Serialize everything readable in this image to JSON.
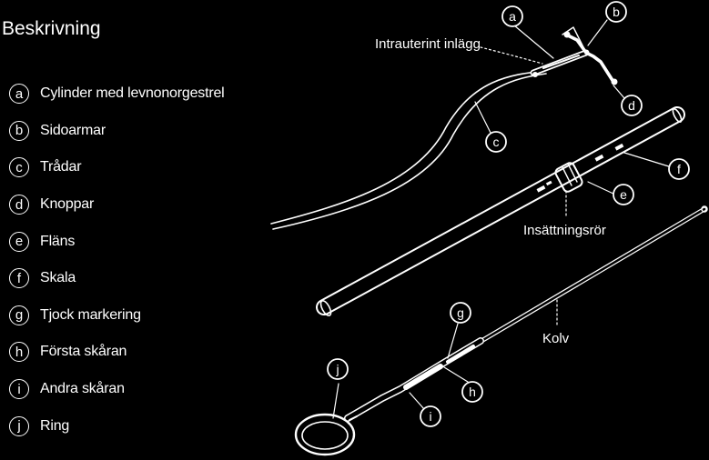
{
  "title": "Beskrivning",
  "legend": [
    {
      "letter": "a",
      "label": "Cylinder med levnonorgestrel"
    },
    {
      "letter": "b",
      "label": "Sidoarmar"
    },
    {
      "letter": "c",
      "label": "Trådar"
    },
    {
      "letter": "d",
      "label": "Knoppar"
    },
    {
      "letter": "e",
      "label": "Fläns"
    },
    {
      "letter": "f",
      "label": "Skala"
    },
    {
      "letter": "g",
      "label": "Tjock markering"
    },
    {
      "letter": "h",
      "label": "Första skåran"
    },
    {
      "letter": "i",
      "label": "Andra skåran"
    },
    {
      "letter": "j",
      "label": "Ring"
    }
  ],
  "diagram": {
    "labels": {
      "iud": "Intrauterint inlägg",
      "tube": "Insättningsrör",
      "plunger": "Kolv"
    },
    "callouts": [
      "a",
      "b",
      "c",
      "d",
      "e",
      "f",
      "g",
      "h",
      "i",
      "j"
    ]
  }
}
